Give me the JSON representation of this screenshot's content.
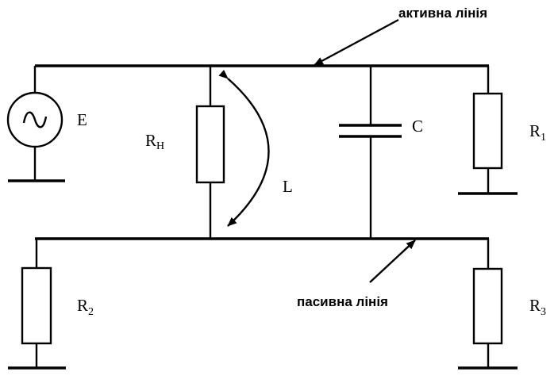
{
  "labels": {
    "source": "E",
    "load_resistor": "R",
    "load_resistor_sub": "H",
    "inductance": "L",
    "capacitor": "C",
    "r1": "R",
    "r1_sub": "1",
    "r2": "R",
    "r2_sub": "2",
    "r3": "R",
    "r3_sub": "3"
  },
  "annotations": {
    "active_line": "активна лінія",
    "passive_line": "пасивна лінія"
  }
}
